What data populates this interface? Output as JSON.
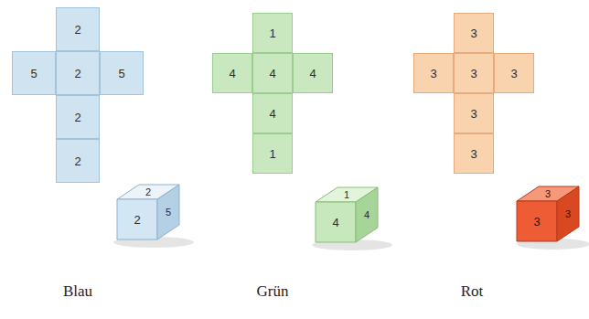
{
  "diagram": {
    "nodes": [
      {
        "text": [
          "2"
        ]
      },
      {
        "text": [
          "5"
        ]
      },
      {
        "text": [
          "2"
        ]
      },
      {
        "text": [
          "5"
        ]
      },
      {
        "text": [
          "2"
        ]
      },
      {
        "text": [
          "2"
        ]
      },
      {
        "text": [
          "2"
        ]
      },
      {
        "text": [
          "2"
        ]
      },
      {
        "text": [
          "5"
        ]
      },
      {
        "text": [
          "1"
        ]
      },
      {
        "text": [
          "4"
        ]
      },
      {
        "text": [
          "4"
        ]
      },
      {
        "text": [
          "4"
        ]
      },
      {
        "text": [
          "4"
        ]
      },
      {
        "text": [
          "1"
        ]
      },
      {
        "text": [
          "1"
        ]
      },
      {
        "text": [
          "4"
        ]
      },
      {
        "text": [
          "4"
        ]
      },
      {
        "text": [
          "3"
        ]
      },
      {
        "text": [
          "3"
        ]
      },
      {
        "text": [
          "3"
        ]
      },
      {
        "text": [
          "3"
        ]
      },
      {
        "text": [
          "3"
        ]
      },
      {
        "text": [
          "3"
        ]
      },
      {
        "text": [
          "3"
        ]
      },
      {
        "text": [
          "3"
        ]
      },
      {
        "text": [
          "3"
        ]
      }
    ],
    "labels": [
      "Blau",
      "Grün",
      "Rot"
    ]
  }
}
